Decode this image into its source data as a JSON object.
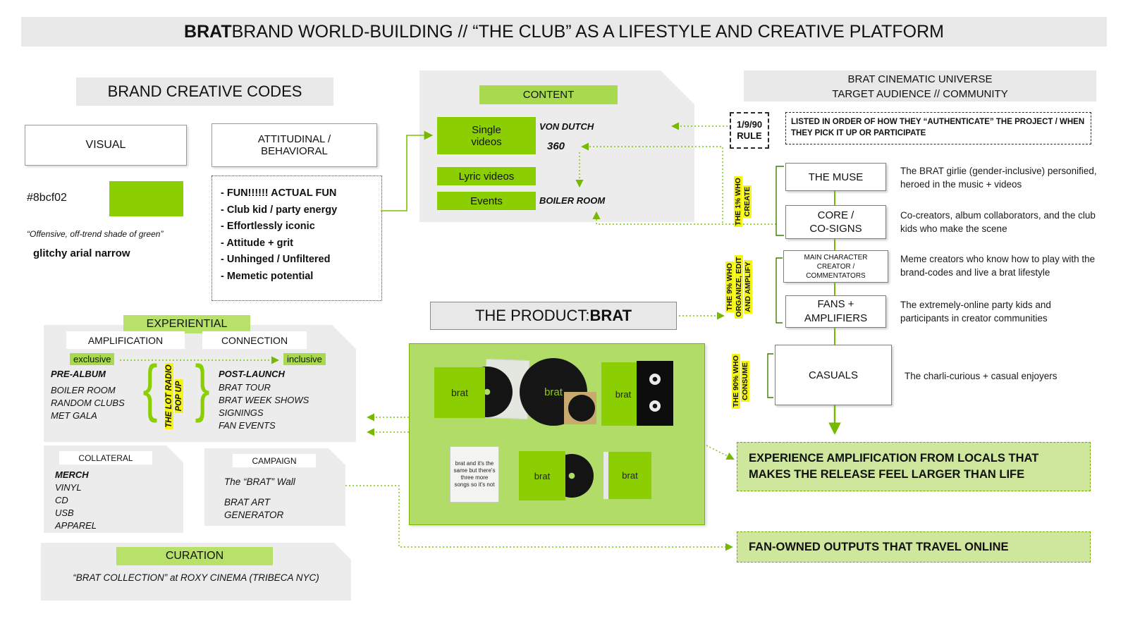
{
  "colors": {
    "brat_green": "#8bcf02",
    "light_green": "#b7e169",
    "mid_green": "#a9d94e",
    "highlight_yellow": "#f4f415",
    "panel_gray": "#ececec",
    "arrow_green": "#76b900"
  },
  "title": {
    "bold": "BRAT",
    "rest": " BRAND WORLD-BUILDING // “THE CLUB” AS A LIFESTYLE AND CREATIVE PLATFORM"
  },
  "icons": {
    "brace_left": "{",
    "brace_right": "}"
  },
  "brand_codes": {
    "heading": "BRAND CREATIVE CODES",
    "visual_label": "VISUAL",
    "hex": "#8bcf02",
    "quote": "“Offensive, off-trend shade of green”",
    "font_note": "glitchy arial narrow",
    "attitudinal_label": "ATTITUDINAL / BEHAVIORAL",
    "behaviors": [
      "- FUN!!!!!! ACTUAL FUN",
      "- Club kid / party energy",
      "- Effortlessly iconic",
      "- Attitude + grit",
      "- Unhinged / Unfiltered",
      "- Memetic potential"
    ]
  },
  "experiential": {
    "heading": "EXPERIENTIAL",
    "amplification_label": "AMPLIFICATION",
    "connection_label": "CONNECTION",
    "exclusive": "exclusive",
    "inclusive": "inclusive",
    "pre_album_label": "PRE-ALBUM",
    "pre_album_items": [
      "BOILER ROOM",
      "RANDOM CLUBS",
      "MET GALA"
    ],
    "popup_lines": [
      "THE LOT RADIO",
      "POP UP"
    ],
    "post_launch_label": "POST-LAUNCH",
    "post_launch_items": [
      "BRAT TOUR",
      "BRAT WEEK SHOWS",
      "SIGNINGS",
      "FAN EVENTS"
    ]
  },
  "collateral": {
    "label": "COLLATERAL",
    "title": "MERCH",
    "items": [
      "VINYL",
      "CD",
      "USB",
      "APPAREL"
    ]
  },
  "campaign": {
    "label": "CAMPAIGN",
    "items": [
      "The “BRAT” Wall",
      "BRAT ART GENERATOR"
    ]
  },
  "curation": {
    "heading": "CURATION",
    "text": "“BRAT COLLECTION” at ROXY CINEMA (TRIBECA NYC)"
  },
  "content": {
    "heading": "CONTENT",
    "single_videos": "Single videos",
    "lyric_videos": "Lyric videos",
    "events": "Events",
    "notes": {
      "von_dutch": "VON DUTCH",
      "three_sixty": "360",
      "boiler_room": "BOILER ROOM"
    }
  },
  "product": {
    "title_prefix": "THE PRODUCT: ",
    "title_bold": "BRAT",
    "cover_label": "brat",
    "lyric_sheet": "brat and it's the same but there's three more songs so it's not"
  },
  "audience": {
    "heading_line1": "BRAT CINEMATIC UNIVERSE",
    "heading_line2": "TARGET AUDIENCE // COMMUNITY",
    "rule_lines": [
      "1/9/90",
      "RULE"
    ],
    "note": "LISTED IN ORDER OF HOW THEY “AUTHENTICATE” THE PROJECT / WHEN THEY PICK IT UP OR PARTICIPATE",
    "groups": [
      {
        "label": "THE MUSE",
        "desc": "The BRAT girlie (gender-inclusive) personified, heroed in the music + videos"
      },
      {
        "label": "CORE / CO-SIGNS",
        "desc": "Co-creators, album collaborators, and the club kids who make the scene"
      },
      {
        "label": "MAIN CHARACTER CREATOR / COMMENTATORS",
        "desc": "Meme creators who know how to play with the brand-codes and live a brat lifestyle"
      },
      {
        "label": "FANS + AMPLIFIERS",
        "desc": "The extremely-online party kids and participants in creator communities"
      },
      {
        "label": "CASUALS",
        "desc": "The charli-curious + casual enjoyers"
      }
    ],
    "segments": [
      {
        "lines": [
          "THE 1% WHO",
          "CREATE"
        ]
      },
      {
        "lines": [
          "THE 9% WHO",
          "ORGANIZE, EDIT",
          "AND AMPLIFY"
        ]
      },
      {
        "lines": [
          "THE 90% WHO",
          "CONSUME"
        ]
      }
    ]
  },
  "outcomes": [
    "EXPERIENCE AMPLIFICATION FROM LOCALS THAT MAKES THE RELEASE FEEL LARGER THAN LIFE",
    "FAN-OWNED OUTPUTS THAT TRAVEL ONLINE"
  ]
}
